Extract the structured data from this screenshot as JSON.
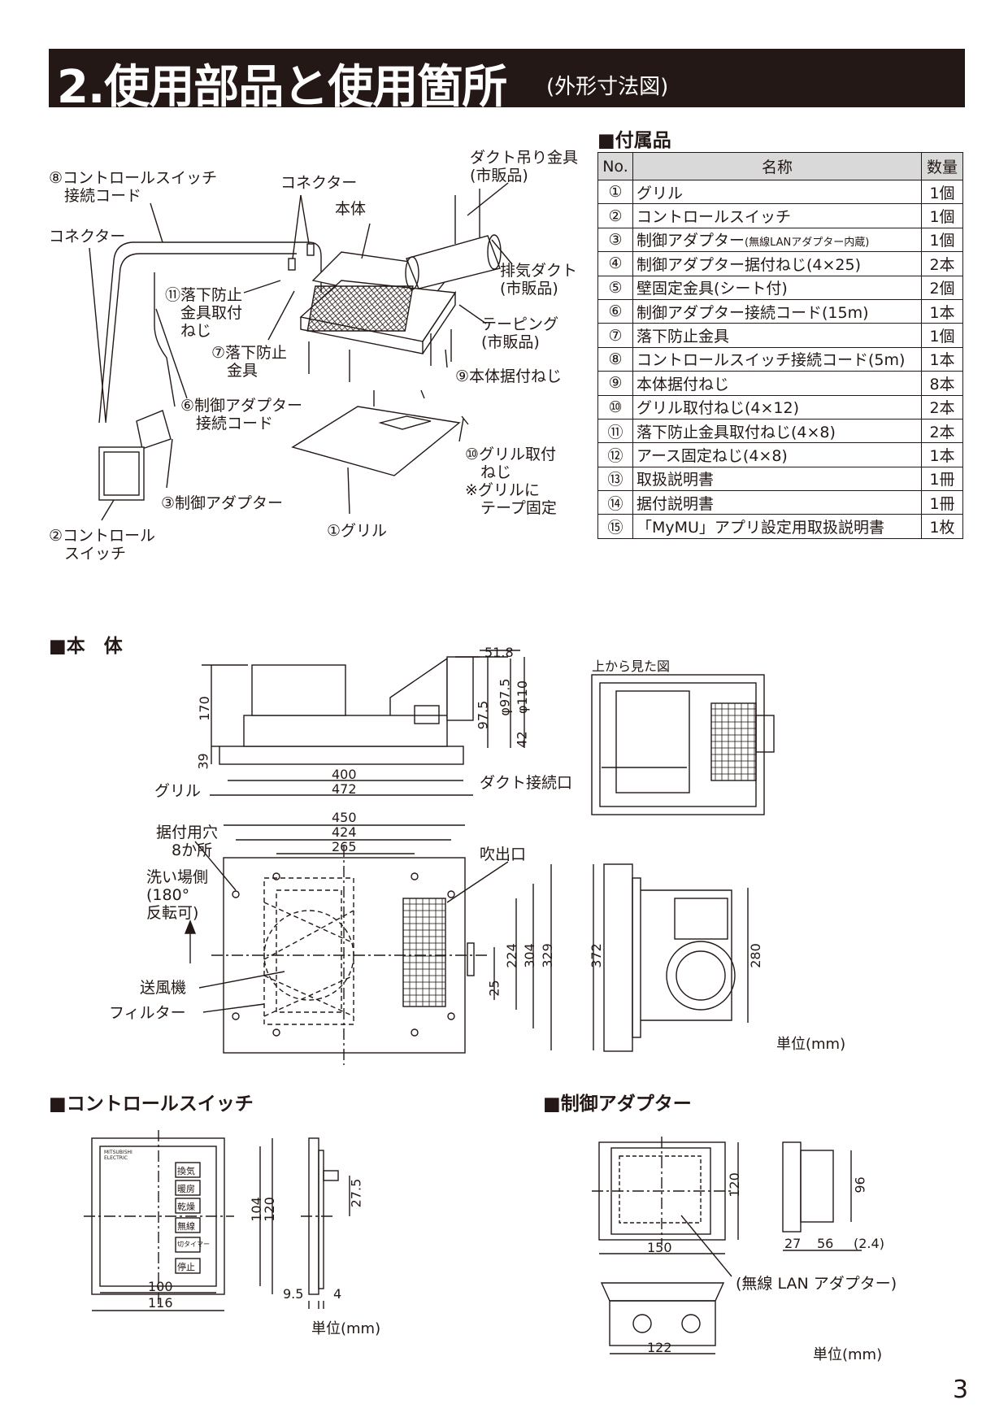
{
  "header": {
    "title": "2.使用部品と使用箇所",
    "subtitle": "(外形寸法図)"
  },
  "accessories": {
    "heading": "■付属品",
    "columns": [
      "No.",
      "名称",
      "数量"
    ],
    "rows": [
      {
        "no": "①",
        "name": "グリル",
        "qty": "1個"
      },
      {
        "no": "②",
        "name": "コントロールスイッチ",
        "qty": "1個"
      },
      {
        "no": "③",
        "name": "制御アダプター",
        "note": "(無線LANアダプター内蔵)",
        "qty": "1個"
      },
      {
        "no": "④",
        "name": "制御アダプター据付ねじ(4×25)",
        "qty": "2本"
      },
      {
        "no": "⑤",
        "name": "壁固定金具(シート付)",
        "qty": "2個"
      },
      {
        "no": "⑥",
        "name": "制御アダプター接続コード(15m)",
        "qty": "1本"
      },
      {
        "no": "⑦",
        "name": "落下防止金具",
        "qty": "1個"
      },
      {
        "no": "⑧",
        "name": "コントロールスイッチ接続コード(5m)",
        "qty": "1本"
      },
      {
        "no": "⑨",
        "name": "本体据付ねじ",
        "qty": "8本"
      },
      {
        "no": "⑩",
        "name": "グリル取付ねじ(4×12)",
        "qty": "2本"
      },
      {
        "no": "⑪",
        "name": "落下防止金具取付ねじ(4×8)",
        "qty": "2本"
      },
      {
        "no": "⑫",
        "name": "アース固定ねじ(4×8)",
        "qty": "1本"
      },
      {
        "no": "⑬",
        "name": "取扱説明書",
        "qty": "1冊"
      },
      {
        "no": "⑭",
        "name": "据付説明書",
        "qty": "1冊"
      },
      {
        "no": "⑮",
        "name": "「MyMU」アプリ設定用取扱説明書",
        "qty": "1枚"
      }
    ]
  },
  "install_diagram": {
    "labels": {
      "cs_cord": "⑧コントロールスイッチ\n　接続コード",
      "connector_top": "コネクター",
      "duct_hanger": "ダクト吊り金具\n(市販品)",
      "body": "本体",
      "connector_left": "コネクター",
      "exhaust_duct": "排気ダクト\n(市販品)",
      "fall_screw": "⑪落下防止\n　金具取付\n　ねじ",
      "fall_bracket": "⑦落下防止\n　金具",
      "taping": "テーピング\n(市販品)",
      "body_screw": "⑨本体据付ねじ",
      "adapter_cord": "⑥制御アダプター\n　接続コード",
      "grille_screw": "⑩グリル取付\n　ねじ\n※グリルに\n　テープ固定",
      "adapter": "③制御アダプター",
      "grille": "①グリル",
      "control_switch": "②コントロール\n　スイッチ"
    }
  },
  "main_body": {
    "heading": "■本　体",
    "labels": {
      "top_view_caption": "上から見た図",
      "grille": "グリル",
      "duct_port": "ダクト接続口",
      "mount_holes": "据付用穴\n　8か所",
      "wash_side": "洗い場側\n(180°\n反転可)",
      "outlet": "吹出口",
      "fan": "送風機",
      "filter": "フィルター"
    },
    "dims": {
      "d51_8": "51.8",
      "d170": "170",
      "d39": "39",
      "d97_5": "97.5",
      "phi97_5": "φ97.5",
      "phi110": "φ110",
      "d42": "42",
      "d400": "400",
      "d472": "472",
      "d450": "450",
      "d424": "424",
      "d265": "265",
      "d224": "224",
      "d304": "304",
      "d329": "329",
      "d25": "25",
      "d372": "372",
      "d280": "280"
    },
    "unit": "単位(mm)"
  },
  "control_switch": {
    "heading": "■コントロールスイッチ",
    "buttons": [
      "換気",
      "暖房",
      "乾燥",
      "無線",
      "切タイマー",
      "停止"
    ],
    "brand": "MITSUBISHI ELECTRIC",
    "dims": {
      "d104": "104",
      "d120": "120",
      "d100": "100",
      "d116": "116",
      "d27_5": "27.5",
      "d9_5": "9.5",
      "d4": "4"
    },
    "unit": "単位(mm)"
  },
  "control_adapter": {
    "heading": "■制御アダプター",
    "callout": "(無線 LAN アダプター)",
    "dims": {
      "d120": "120",
      "d150": "150",
      "d96": "96",
      "d27": "27",
      "d56": "56",
      "d2_4": "(2.4)",
      "d122": "122"
    },
    "unit": "単位(mm)"
  },
  "page_number": "3"
}
